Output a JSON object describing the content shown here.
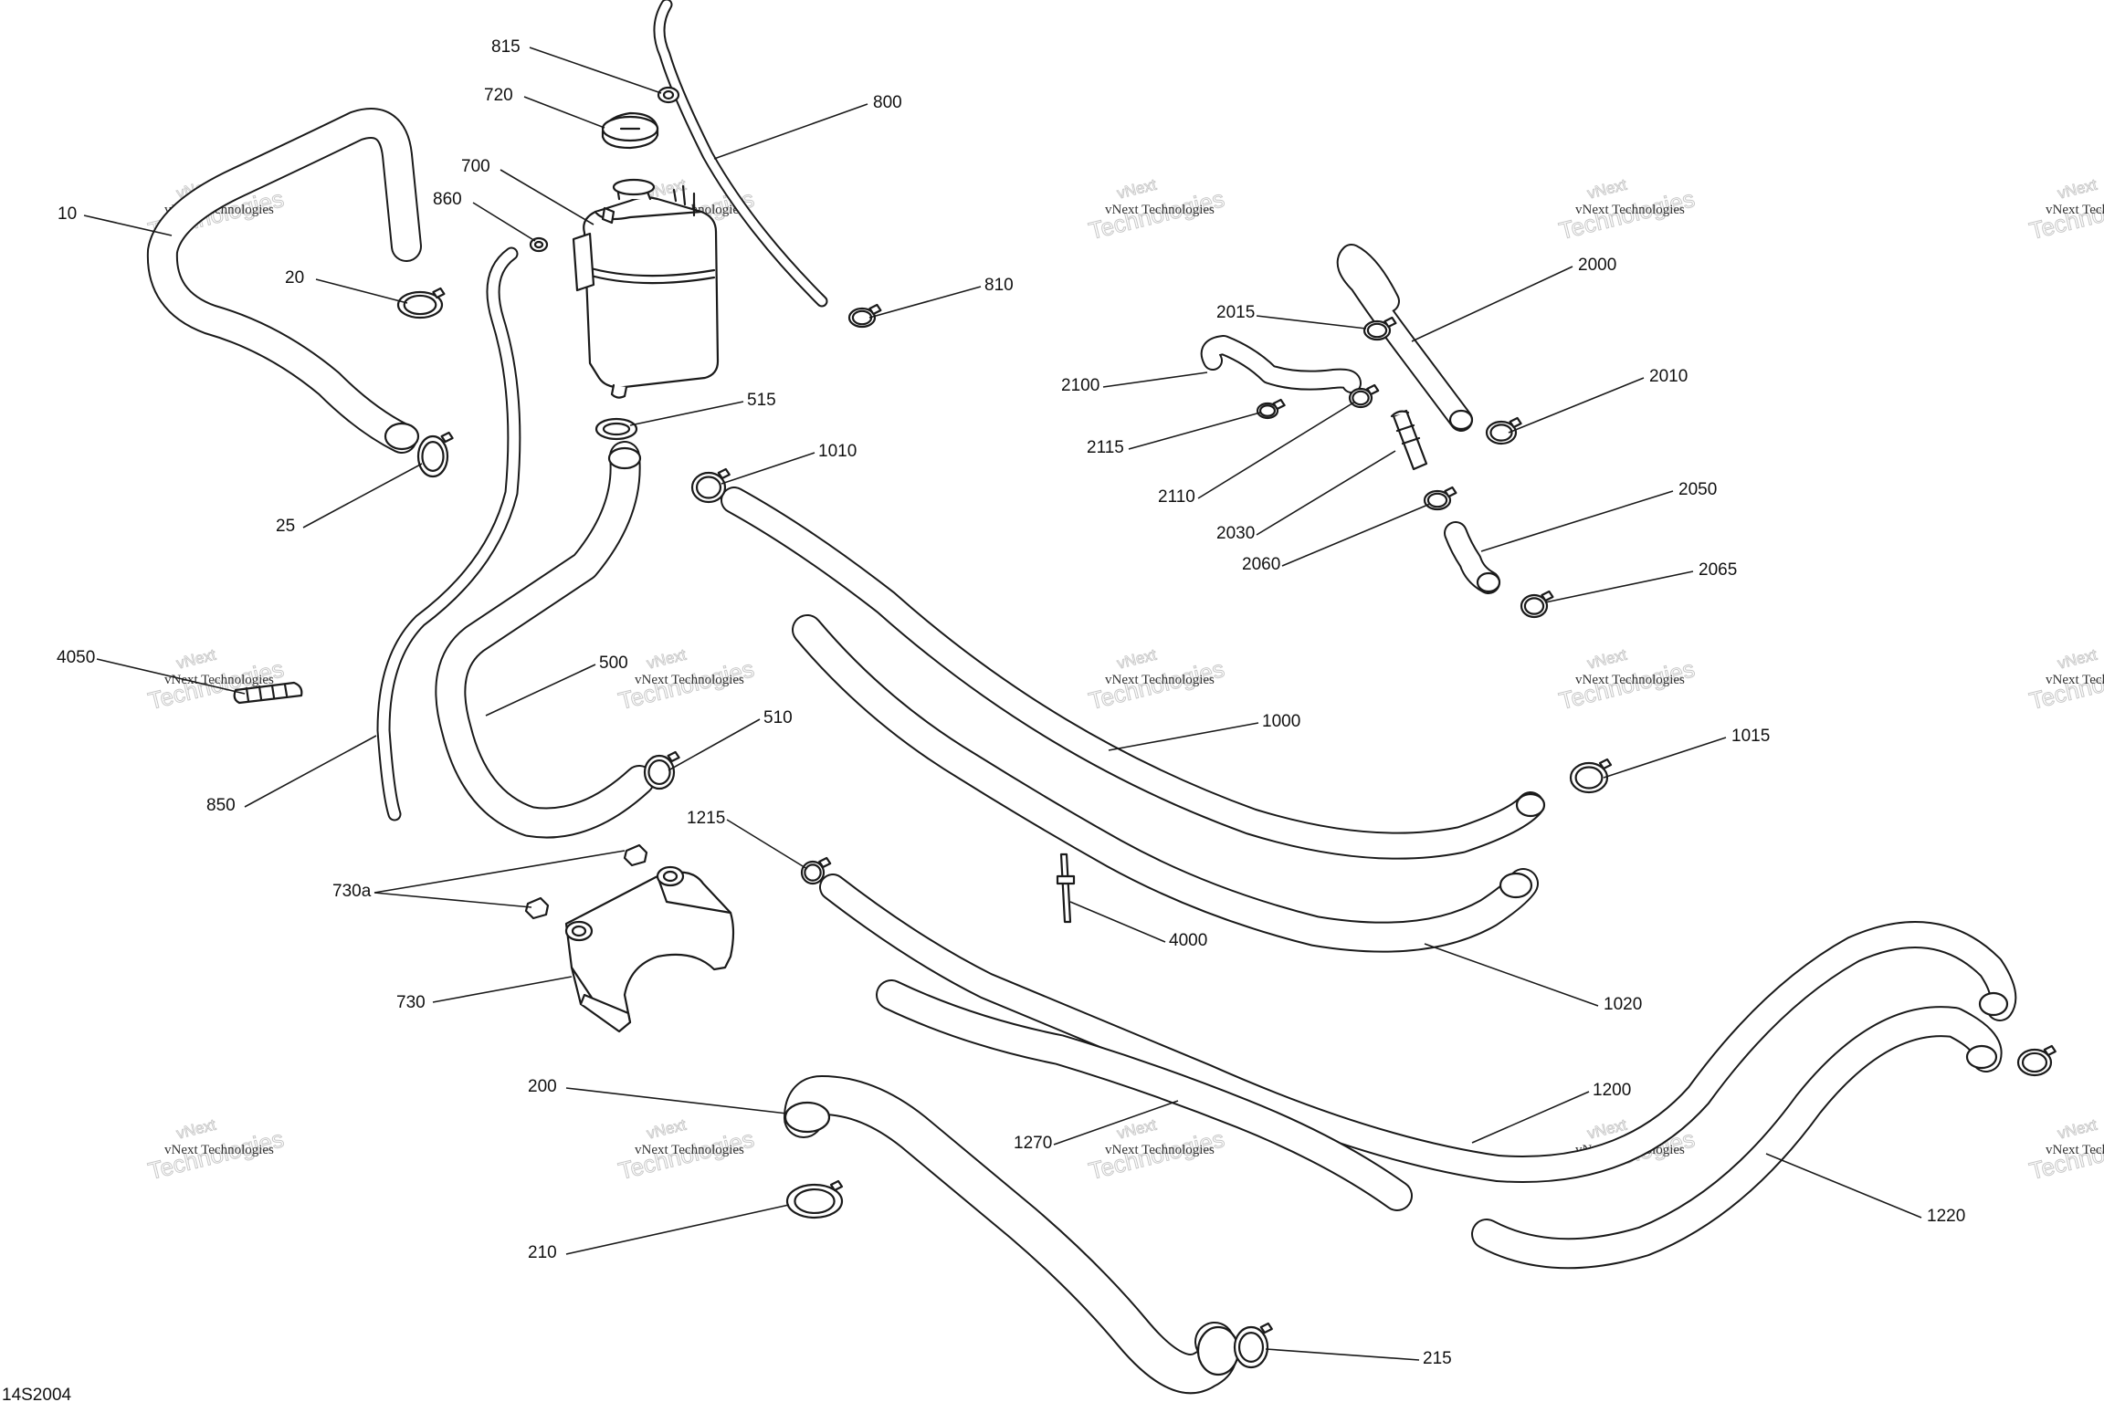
{
  "watermark": {
    "small": "vNext Technologies",
    "big_top": "vNext",
    "big_bottom": "Technologies"
  },
  "drawing_number": "14S2004",
  "callouts": [
    {
      "id": "815"
    },
    {
      "id": "720"
    },
    {
      "id": "800"
    },
    {
      "id": "700"
    },
    {
      "id": "860"
    },
    {
      "id": "10"
    },
    {
      "id": "20"
    },
    {
      "id": "810"
    },
    {
      "id": "515"
    },
    {
      "id": "1010"
    },
    {
      "id": "25"
    },
    {
      "id": "2015"
    },
    {
      "id": "2000"
    },
    {
      "id": "2100"
    },
    {
      "id": "2010"
    },
    {
      "id": "2115"
    },
    {
      "id": "2110"
    },
    {
      "id": "2030"
    },
    {
      "id": "2050"
    },
    {
      "id": "2060"
    },
    {
      "id": "2065"
    },
    {
      "id": "4050"
    },
    {
      "id": "500"
    },
    {
      "id": "1000"
    },
    {
      "id": "510"
    },
    {
      "id": "1015"
    },
    {
      "id": "850"
    },
    {
      "id": "1215"
    },
    {
      "id": "730a"
    },
    {
      "id": "4000"
    },
    {
      "id": "1020"
    },
    {
      "id": "730"
    },
    {
      "id": "200"
    },
    {
      "id": "1200"
    },
    {
      "id": "1270"
    },
    {
      "id": "210"
    },
    {
      "id": "1220"
    },
    {
      "id": "215"
    }
  ]
}
